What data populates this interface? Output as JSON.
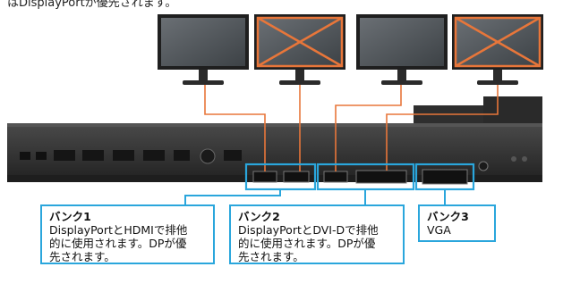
{
  "top_caption": "はDisplayPortが優先されます。",
  "banks": [
    {
      "title": "バンク1",
      "description": "DisplayPortとHDMIで排他\n的に使用されます。DPが優\n先されます。"
    },
    {
      "title": "バンク2",
      "description": "DisplayPortとDVI-Dで排他\n的に使用されます。DPが優\n先されます。"
    },
    {
      "title": "バンク3",
      "description": "VGA"
    }
  ],
  "monitors": [
    {
      "state": "active"
    },
    {
      "state": "disabled"
    },
    {
      "state": "active"
    },
    {
      "state": "disabled"
    }
  ],
  "colors": {
    "bank_outline": "#2aa6dc",
    "connection_line": "#e8763a",
    "disabled_cross": "#e8763a",
    "monitor_body": "#2b2b2b",
    "dock_body": "#3a3a3a"
  }
}
